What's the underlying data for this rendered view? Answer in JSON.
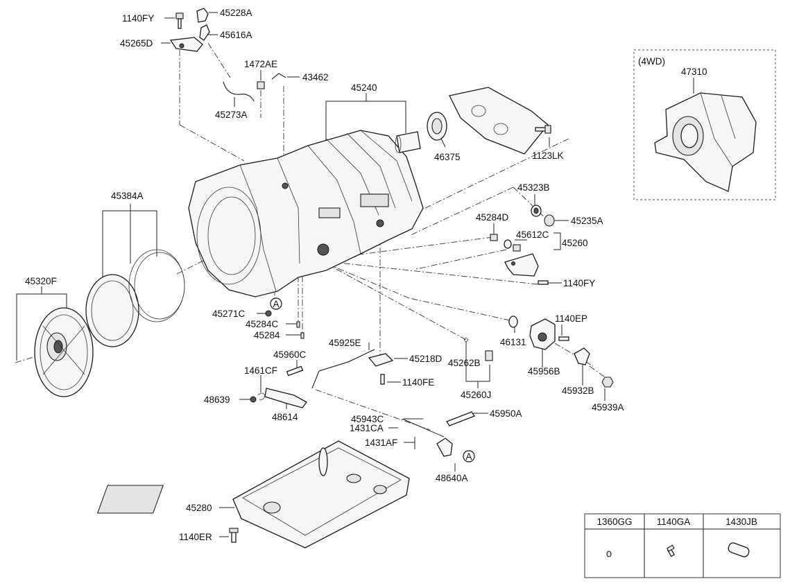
{
  "labels": {
    "p1140FY_top": "1140FY",
    "p45228A": "45228A",
    "p45616A": "45616A",
    "p45265D": "45265D",
    "p1472AE": "1472AE",
    "p43462": "43462",
    "p45273A": "45273A",
    "p45240": "45240",
    "p46375": "46375",
    "p1123LK": "1123LK",
    "p45384A": "45384A",
    "p45320F": "45320F",
    "p45323B": "45323B",
    "p45235A": "45235A",
    "p45284D": "45284D",
    "p45612C": "45612C",
    "p45260": "45260",
    "p1140FY_mid": "1140FY",
    "p45271C": "45271C",
    "p45284C": "45284C",
    "p45284": "45284",
    "p46131": "46131",
    "p1140EP": "1140EP",
    "p45956B": "45956B",
    "p45925E": "45925E",
    "p45218D": "45218D",
    "p45262B": "45262B",
    "p45260J": "45260J",
    "p45932B": "45932B",
    "p45939A": "45939A",
    "p45960C": "45960C",
    "p1461CF": "1461CF",
    "p48639": "48639",
    "p48614": "48614",
    "p1140FE": "1140FE",
    "p45943C": "45943C",
    "p1431CA": "1431CA",
    "p45950A": "45950A",
    "p1431AF": "1431AF",
    "p48640A": "48640A",
    "p45280": "45280",
    "p1140ER": "1140ER",
    "p47310": "47310"
  },
  "callouts": {
    "a1": "A",
    "a2": "A"
  },
  "awd_box": {
    "title": "(4WD)"
  },
  "parts_table": {
    "headers": [
      "1360GG",
      "1140GA",
      "1430JB"
    ]
  }
}
